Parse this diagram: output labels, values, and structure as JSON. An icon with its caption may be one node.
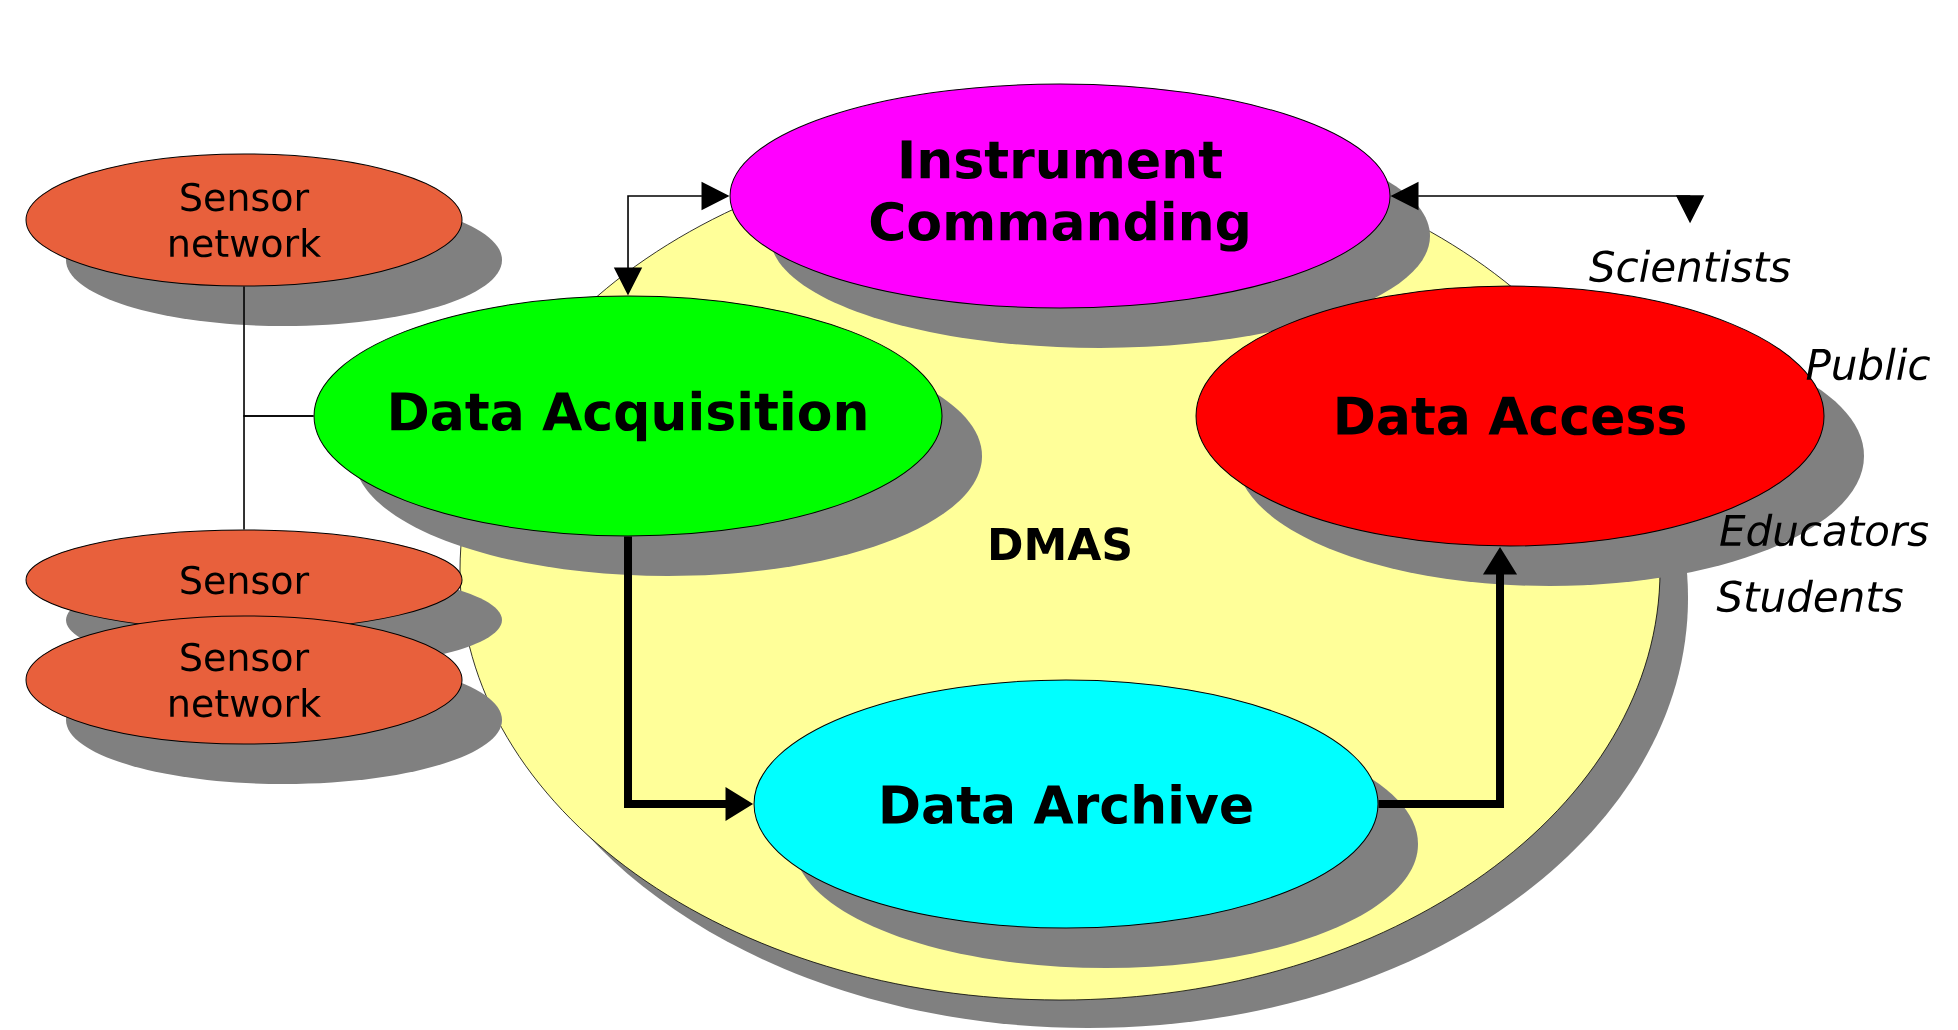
{
  "diagram": {
    "nodes": [
      {
        "text": [
          "DMAS"
        ]
      },
      {
        "text": [
          "Instrument Commanding"
        ]
      },
      {
        "text": [
          "Sensor network"
        ]
      },
      {
        "text": [
          "Data Acquisition"
        ]
      },
      {
        "text": [
          "Data Access"
        ]
      },
      {
        "text": [
          "Sensor"
        ]
      },
      {
        "text": [
          "Sensor network"
        ]
      },
      {
        "text": [
          "Data Archive"
        ],
        "in": 0
      },
      {
        "text": [
          "Scientists"
        ]
      }
    ],
    "edges": [
      {
        "from": 2,
        "to": 3,
        "arrow": "none"
      },
      {
        "from": 5,
        "to": 3,
        "arrow": "none"
      },
      {
        "from": 3,
        "to": 1,
        "arrow": "both"
      },
      {
        "from": 1,
        "to": 8,
        "arrow": "both"
      },
      {
        "from": 3,
        "to": 7,
        "arrow": "to",
        "style": "thick"
      },
      {
        "from": 7,
        "to": 4,
        "arrow": "to",
        "style": "thick"
      }
    ],
    "labels": [
      "Public",
      "Educators",
      "Students"
    ]
  }
}
